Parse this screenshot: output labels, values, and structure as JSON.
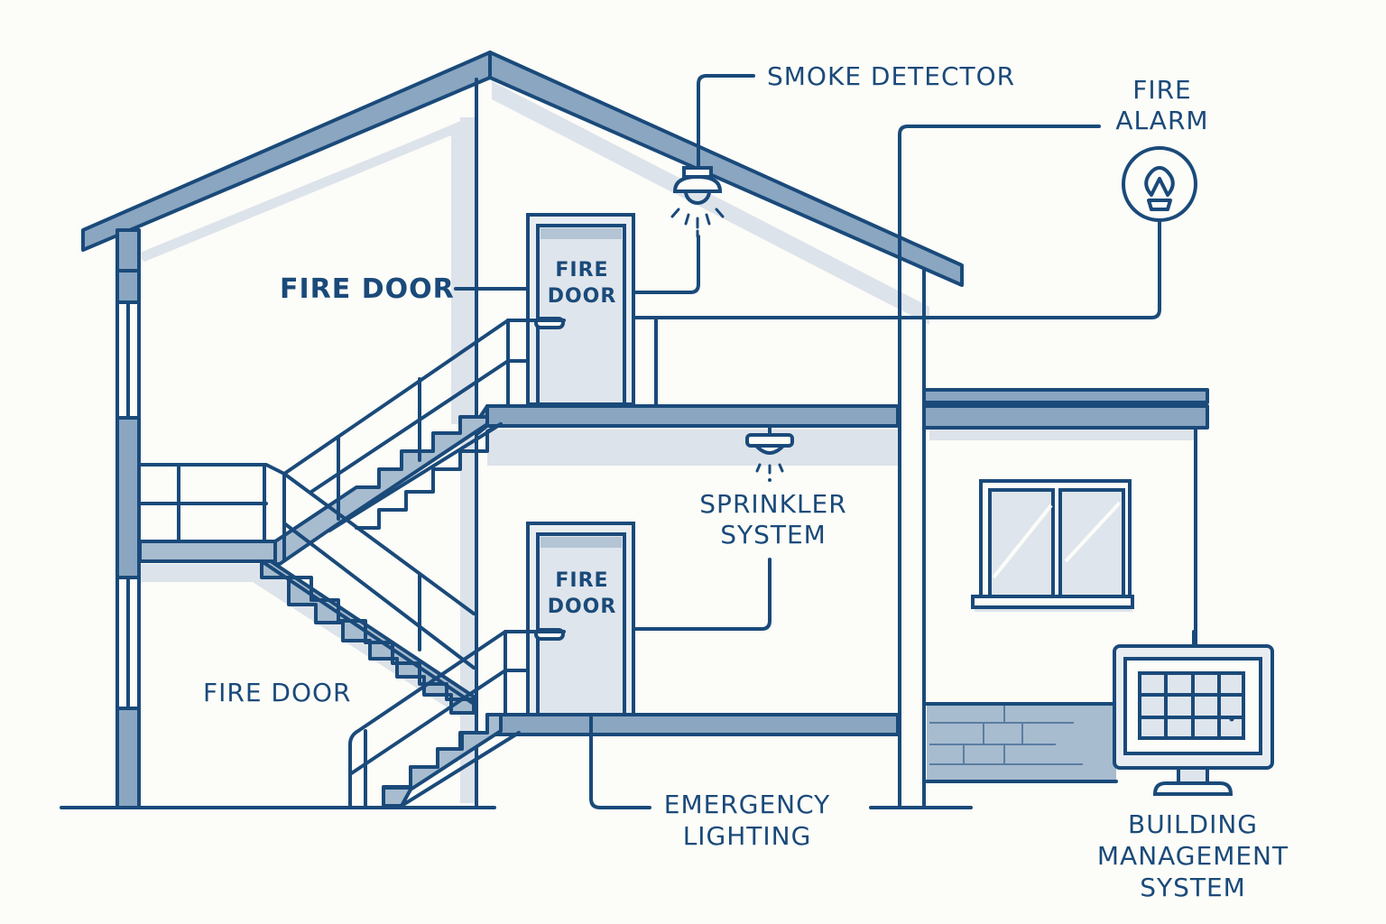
{
  "diagram": {
    "title": "Building Fire Safety Systems",
    "colors": {
      "stroke": "#1a4a7a",
      "roof_fill": "#8aa6c1",
      "wall_shadow": "#dde3ea",
      "background": "#fcfcf8"
    },
    "labels": {
      "smoke_detector": "SMOKE DETECTOR",
      "fire_alarm_line1": "FIRE",
      "fire_alarm_line2": "ALARM",
      "fire_door_upper_callout": "FIRE DOOR",
      "fire_door_lower_callout": "FIRE DOOR",
      "upper_door_sign_line1": "FIRE",
      "upper_door_sign_line2": "DOOR",
      "lower_door_sign_line1": "FIRE",
      "lower_door_sign_line2": "DOOR",
      "sprinkler_line1": "SPRINKLER",
      "sprinkler_line2": "SYSTEM",
      "emergency_line1": "EMERGENCY",
      "emergency_line2": "LIGHTING",
      "bms_line1": "BUILDING",
      "bms_line2": "MANAGEMENT",
      "bms_line3": "SYSTEM"
    },
    "icons": {
      "smoke_detector": "smoke-detector-icon",
      "fire_alarm": "fire-alarm-icon",
      "sprinkler": "sprinkler-icon",
      "bms_monitor": "monitor-icon"
    }
  }
}
